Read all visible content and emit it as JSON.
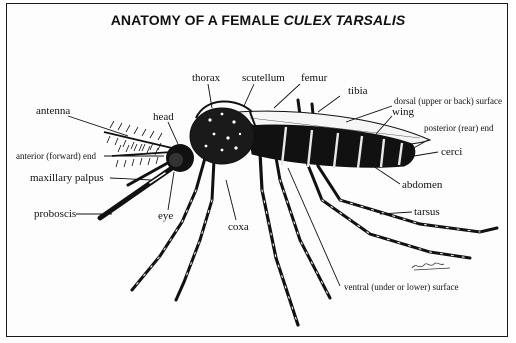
{
  "title": {
    "main": "ANATOMY OF A FEMALE ",
    "species": "CULEX TARSALIS"
  },
  "labels": {
    "thorax": "thorax",
    "scutellum": "scutellum",
    "femur": "femur",
    "tibia": "tibia",
    "dorsal": "dorsal (upper or back) surface",
    "wing": "wing",
    "posterior": "posterior (rear) end",
    "cerci": "cerci",
    "antenna": "antenna",
    "head": "head",
    "anterior": "anterior (forward) end",
    "maxillary_palpus": "maxillary palpus",
    "abdomen": "abdomen",
    "proboscis": "proboscis",
    "eye": "eye",
    "coxa": "coxa",
    "tarsus": "tarsus",
    "ventral": "ventral (under or lower) surface"
  }
}
